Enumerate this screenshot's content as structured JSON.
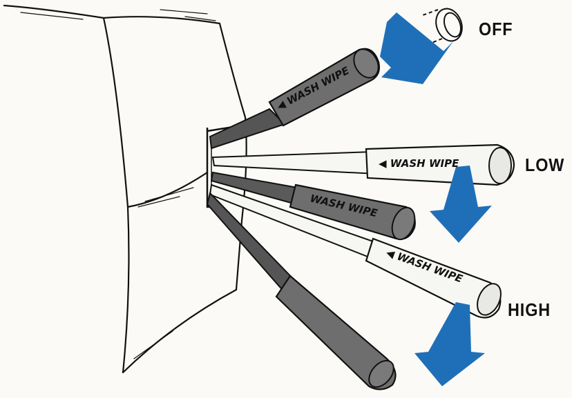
{
  "positions": {
    "off": "OFF",
    "low": "LOW",
    "high": "HIGH"
  },
  "stalk_label": "WASH WIPE",
  "colors": {
    "arrow": "#1f6fb8",
    "ink": "#111111",
    "dark_stalk": "#6e6e6e",
    "light_stalk": "#f6f6f2",
    "background": "#fbfaf6"
  }
}
